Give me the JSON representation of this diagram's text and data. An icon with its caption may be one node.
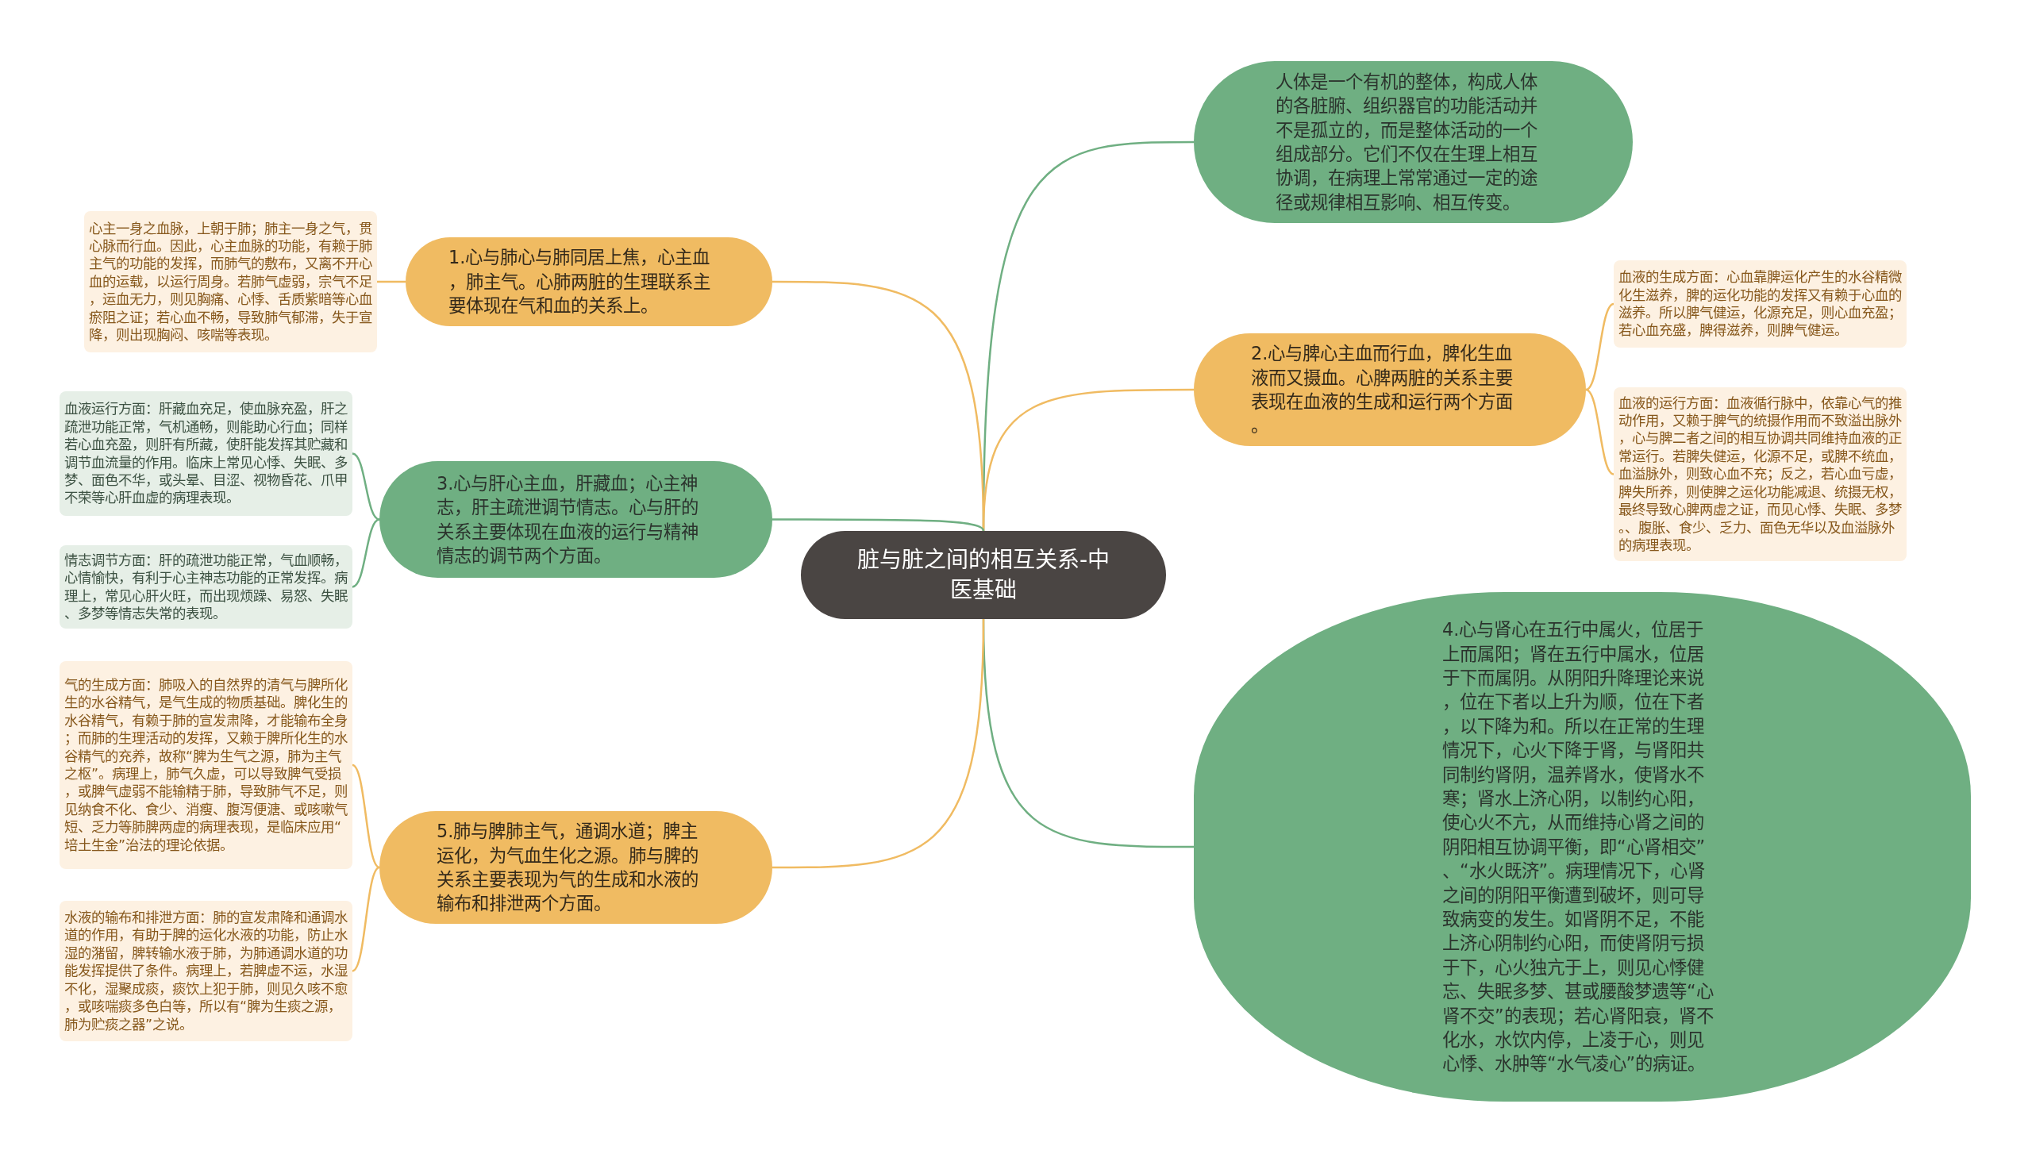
{
  "diagram": {
    "nodes": [
      {
        "text": [
          "脏与脏之间的相互关系-中医基础"
        ]
      },
      {
        "text": [
          "人体是一个有机的整体，构成人体的各脏腑、组织器官的功能活动并不是孤立的，而是整体活动的一个组成部分。它们不仅在生理上相互协调，在病理上常常通过一定的途径或规律相互影响、相互传变。"
        ]
      },
      {
        "text": [
          "1.心与肺心与肺同居上焦，心主血，肺主气。心肺两脏的生理联系主要体现在气和血的关系上。"
        ]
      },
      {
        "text": [
          "心主一身之血脉，上朝于肺；肺主一身之气，贯心脉而行血。因此，心主血脉的功能，有赖于肺主气的功能的发挥，而肺气的敷布，又离不开心血的运载，以运行周身。若肺气虚弱，宗气不足，运血无力，则见胸痛、心悸、舌质紫暗等心血瘀阻之证；若心血不畅，导致肺气郁滞，失于宣降，则出现胸闷、咳喘等表现。"
        ]
      },
      {
        "text": [
          "2.心与脾心主血而行血，脾化生血液而又摄血。心脾两脏的关系主要表现在血液的生成和运行两个方面。"
        ]
      },
      {
        "text": [
          "血液的生成方面：心血靠脾运化产生的水谷精微化生滋养，脾的运化功能的发挥又有赖于心血的滋养。所以脾气健运，化源充足，则心血充盈；若心血充盛，脾得滋养，则脾气健运。"
        ]
      },
      {
        "text": [
          "血液的运行方面：血液循行脉中，依靠心气的推动作用，又赖于脾气的统摄作用而不致溢出脉外，心与脾二者之间的相互协调共同维持血液的正常运行。若脾失健运，化源不足，或脾不统血，血溢脉外，则致心血不充；反之，若心血亏虚，脾失所养，则使脾之运化功能减退、统摄无权，最终导致心脾两虚之证，而见心悸、失眠、多梦。、腹胀、食少、乏力、面色无华以及血溢脉外的病理表现。"
        ]
      },
      {
        "text": [
          "3.心与肝心主血，肝藏血；心主神志，肝主疏泄调节情志。心与肝的关系主要体现在血液的运行与精神情志的调节两个方面。"
        ]
      },
      {
        "text": [
          "血液运行方面：肝藏血充足，使血脉充盈，肝之疏泄功能正常，气机通畅，则能助心行血；同样若心血充盈，则肝有所藏，使肝能发挥其贮藏和调节血流量的作用。临床上常见心悸、失眠、多梦、面色不华，或头晕、目涩、视物昏花、爪甲不荣等心肝血虚的病理表现。"
        ]
      },
      {
        "text": [
          "情志调节方面：肝的疏泄功能正常，气血顺畅，心情愉快，有利于心主神志功能的正常发挥。病理上，常见心肝火旺，而出现烦躁、易怒、失眠、多梦等情志失常的表现。"
        ]
      },
      {
        "text": [
          "4.心与肾心在五行中属火，位居于上而属阳；肾在五行中属水，位居于下而属阴。从阴阳升降理论来说，位在下者以上升为顺，位在下者，以下降为和。所以在正常的生理情况下，心火下降于肾，与肾阳共同制约肾阴，温养肾水，使肾水不寒；肾水上济心阴，以制约心阳，使心火不亢，从而维持心肾之间的阴阳相互协调平衡，即“心肾相交”、“水火既济”。病理情况下，心肾之间的阴阳平衡遭到破坏，则可导致病变的发生。如肾阴不足，不能上济心阴制约心阳，而使肾阴亏损于下，心火独亢于上，则见心悸健忘、失眠多梦、甚或腰酸梦遗等“心肾不交”的表现；若心肾阳衰，肾不化水，水饮内停，上凌于心，则见心悸、水肿等“水气凌心”的病证。"
        ]
      },
      {
        "text": [
          "5.肺与脾肺主气，通调水道；脾主运化，为气血生化之源。肺与脾的关系主要表现为气的生成和水液的输布和排泄两个方面。"
        ]
      },
      {
        "text": [
          "气的生成方面：肺吸入的自然界的清气与脾所化生的水谷精气，是气生成的物质基础。脾化生的水谷精气，有赖于肺的宣发肃降，才能输布全身；而肺的生理活动的发挥，又赖于脾所化生的水谷精气的充养，故称“脾为生气之源，肺为主气之枢”。病理上，肺气久虚，可以导致脾气受损，或脾气虚弱不能输精于肺，导致肺气不足，则见纳食不化、食少、消瘦、腹泻便溏、或咳嗽气短、乏力等肺脾两虚的病理表现，是临床应用“培土生金”治法的理论依据。"
        ]
      },
      {
        "text": [
          "水液的输布和排泄方面：肺的宣发肃降和通调水道的作用，有助于脾的运化水液的功能，防止水湿的潴留，脾转输水液于肺，为肺通调水道的功能发挥提供了条件。病理上，若脾虚不运，水湿不化，湿聚成痰，痰饮上犯于肺，则见久咳不愈，或咳喘痰多色白等，所以有“脾为生痰之源，肺为贮痰之器”之说。"
        ]
      }
    ],
    "edges": [
      {
        "from": 0,
        "to": 1,
        "arrow": "none",
        "color": "#6faf82"
      },
      {
        "from": 0,
        "to": 2,
        "arrow": "none"
      },
      {
        "from": 2,
        "to": 3,
        "arrow": "none"
      },
      {
        "from": 0,
        "to": 4,
        "arrow": "none"
      },
      {
        "from": 4,
        "to": 5,
        "arrow": "none"
      },
      {
        "from": 4,
        "to": 6,
        "arrow": "none"
      },
      {
        "from": 0,
        "to": 7,
        "arrow": "none",
        "color": "#6faf82"
      },
      {
        "from": 7,
        "to": 8,
        "arrow": "none",
        "color": "#6faf82"
      },
      {
        "from": 7,
        "to": 9,
        "arrow": "none",
        "color": "#6faf82"
      },
      {
        "from": 0,
        "to": 10,
        "arrow": "none",
        "color": "#6faf82"
      },
      {
        "from": 0,
        "to": 11,
        "arrow": "none"
      },
      {
        "from": 11,
        "to": 12,
        "arrow": "none"
      },
      {
        "from": 11,
        "to": 13,
        "arrow": "none"
      }
    ]
  }
}
